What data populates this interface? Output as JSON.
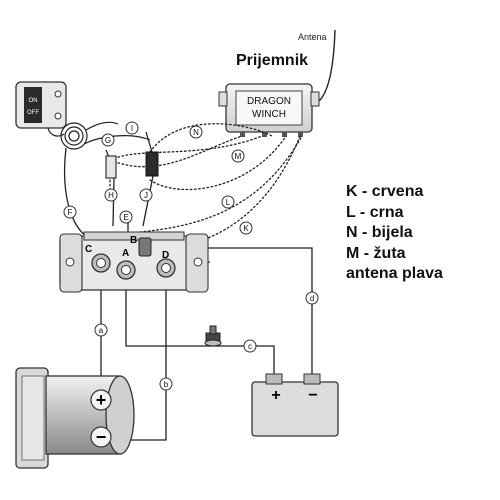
{
  "receiver": {
    "title": "Prijemnik",
    "brand_line1": "DRAGON",
    "brand_line2": "WINCH",
    "antenna_label": "Antena"
  },
  "switch": {
    "on_label": "ON",
    "off_label": "OFF"
  },
  "solenoid_terminals": {
    "a": "A",
    "b": "B",
    "c": "C",
    "d": "D"
  },
  "wire_labels": {
    "a": "a",
    "b": "b",
    "c": "c",
    "d": "d",
    "E": "E",
    "F": "F",
    "G": "G",
    "H": "H",
    "I": "I",
    "J": "J",
    "K": "K",
    "L": "L",
    "M": "M",
    "N": "N"
  },
  "motor": {
    "plus": "+",
    "minus": "−"
  },
  "battery": {
    "plus": "+",
    "minus": "−"
  },
  "legend": [
    "K - crvena",
    "L - crna",
    "N - bijela",
    "M - žuta",
    "antena plava"
  ]
}
